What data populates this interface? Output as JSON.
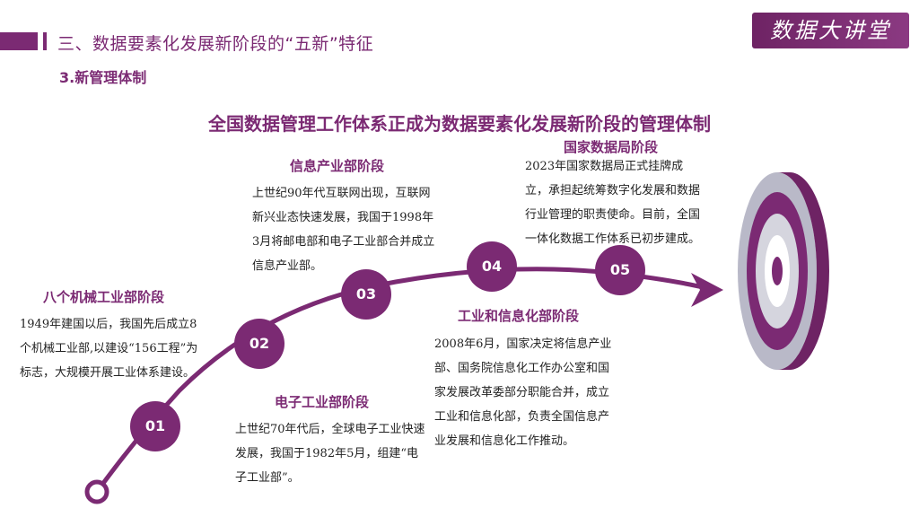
{
  "header": {
    "section_title": "三、数据要素化发展新阶段的“五新”特征",
    "sub_title": "3.新管理体制",
    "logo_text": "数据大讲堂"
  },
  "main_title": "全国数据管理工作体系正成为数据要素化发展新阶段的管理体制",
  "stages": [
    {
      "number": "01",
      "title": "八个机械工业部阶段",
      "desc": "1949年建国以后，我国先后成立8个机械工业部,以建设“156工程”为标志，大规模开展工业体系建设。"
    },
    {
      "number": "02",
      "title": "电子工业部阶段",
      "desc": "上世纪70年代后，全球电子工业快速发展，我国于1982年5月，组建“电子工业部”。"
    },
    {
      "number": "03",
      "title": "信息产业部阶段",
      "desc": "上世纪90年代互联网出现，互联网新兴业态快速发展，我国于1998年3月将邮电部和电子工业部合并成立信息产业部。"
    },
    {
      "number": "04",
      "title": "工业和信息化部阶段",
      "desc": "2008年6月，国家决定将信息产业部、国务院信息化工作办公室和国家发展改革委部分职能合并，成立工业和信息化部，负责全国信息产业发展和信息化工作推动。"
    },
    {
      "number": "05",
      "title": "国家数据局阶段",
      "desc": "2023年国家数据局正式挂牌成立，承担起统筹数字化发展和数据行业管理的职责使命。目前，全国一体化数据工作体系已初步建成。"
    }
  ],
  "colors": {
    "accent": "#7b2a73",
    "target_gray": "#b9b9c8"
  }
}
